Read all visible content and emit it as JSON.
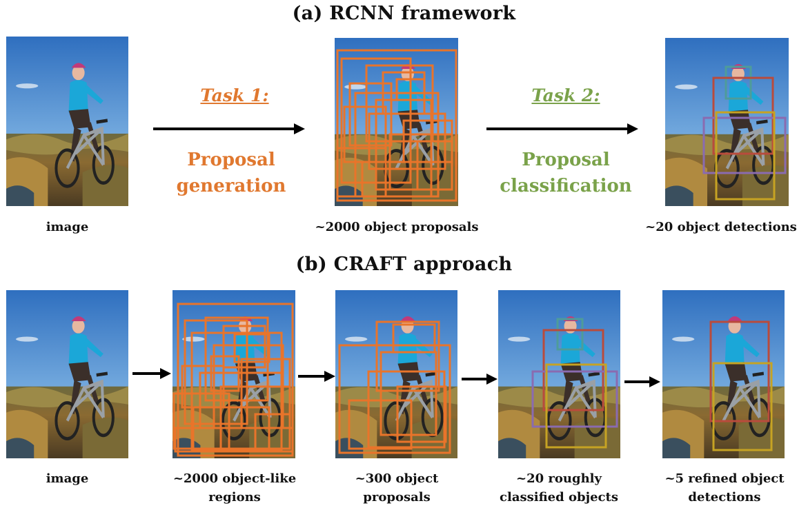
{
  "rcnn": {
    "title": "(a) RCNN framework",
    "task1": {
      "label": "Task 1:",
      "line1": "Proposal",
      "line2": "generation",
      "color": "#e0782f"
    },
    "task2": {
      "label": "Task 2:",
      "line1": "Proposal",
      "line2": "classification",
      "color": "#7aa24a"
    },
    "captions": [
      "image",
      "~2000 object proposals",
      "~20 object detections"
    ]
  },
  "craft": {
    "title": "(b) CRAFT approach",
    "captions": [
      {
        "line1": "image",
        "line2": ""
      },
      {
        "line1": "~2000 object-like",
        "line2": "regions"
      },
      {
        "line1": "~300 object",
        "line2": "proposals"
      },
      {
        "line1": "~20 roughly",
        "line2": "classified objects"
      },
      {
        "line1": "~5 refined object",
        "line2": "detections"
      }
    ]
  },
  "colors": {
    "proposal_box": "#e9742a",
    "class_teal": "#4e9c9a",
    "class_red": "#b94b3c",
    "class_gold": "#c6a323",
    "class_purple": "#8a6bb0"
  }
}
